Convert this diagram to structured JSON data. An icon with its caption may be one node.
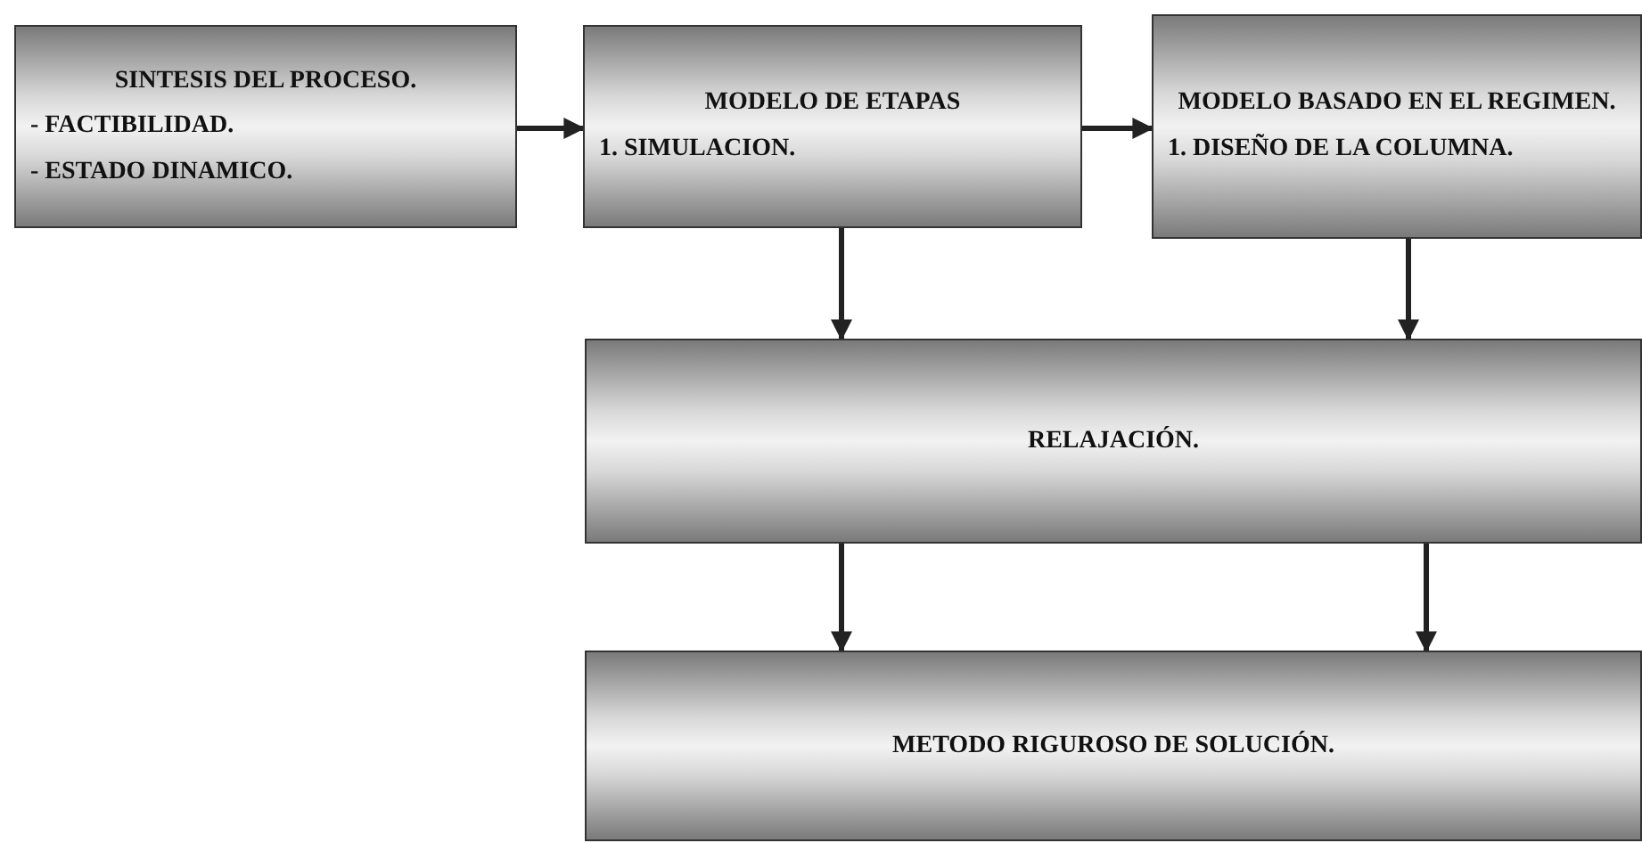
{
  "diagram": {
    "nodes": [
      {
        "text": [
          "SINTESIS DEL PROCESO.",
          "- FACTIBILIDAD.",
          "- ESTADO DINAMICO."
        ]
      },
      {
        "text": [
          "MODELO DE ETAPAS",
          "1. SIMULACION."
        ]
      },
      {
        "text": [
          "MODELO BASADO EN EL REGIMEN.",
          "1. DISEÑO DE LA COLUMNA."
        ]
      },
      {
        "text": [
          "RELAJACIÓN."
        ]
      },
      {
        "text": [
          "METODO RIGUROSO DE SOLUCIÓN."
        ]
      }
    ],
    "edges": [
      {
        "from": 0,
        "to": 1,
        "arrow": "to"
      },
      {
        "from": 1,
        "to": 2,
        "arrow": "to"
      },
      {
        "from": 1,
        "to": 3,
        "arrow": "to"
      },
      {
        "from": 2,
        "to": 3,
        "arrow": "to"
      },
      {
        "from": 3,
        "to": 4,
        "arrow": "to"
      },
      {
        "from": 3,
        "to": 4,
        "arrow": "to"
      }
    ]
  }
}
